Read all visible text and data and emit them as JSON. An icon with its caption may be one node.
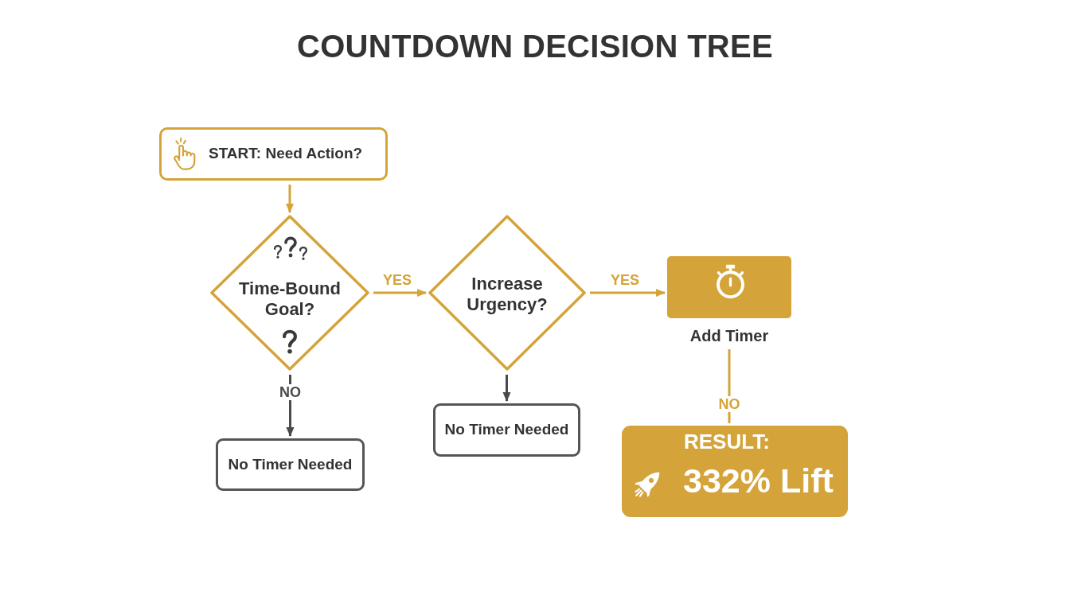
{
  "diagram": {
    "title": "COUNTDOWN DECISION TREE",
    "nodes": [
      {
        "text": [
          "START: Need Action?"
        ]
      },
      {
        "text": [
          "Time-Bound Goal?"
        ]
      },
      {
        "text": [
          "Increase Urgency?"
        ]
      },
      {
        "text": [
          "Add Timer"
        ]
      },
      {
        "text": [
          "No Timer Needed"
        ]
      },
      {
        "text": [
          "No Timer Needed"
        ]
      },
      {
        "text": [
          "RESULT:",
          "332% Lift"
        ]
      }
    ],
    "edges": [
      {
        "from": 0,
        "to": 1,
        "arrow": "to"
      },
      {
        "from": 1,
        "to": 2,
        "arrow": "to",
        "label": "YES"
      },
      {
        "from": 2,
        "to": 3,
        "arrow": "to",
        "label": "YES"
      },
      {
        "from": 1,
        "to": 4,
        "arrow": "to",
        "label": "NO",
        "color": "#4a4a4a"
      },
      {
        "from": 2,
        "to": 5,
        "arrow": "to",
        "color": "#4a4a4a"
      },
      {
        "from": 3,
        "to": 6,
        "arrow": "none",
        "label": "NO"
      }
    ]
  }
}
